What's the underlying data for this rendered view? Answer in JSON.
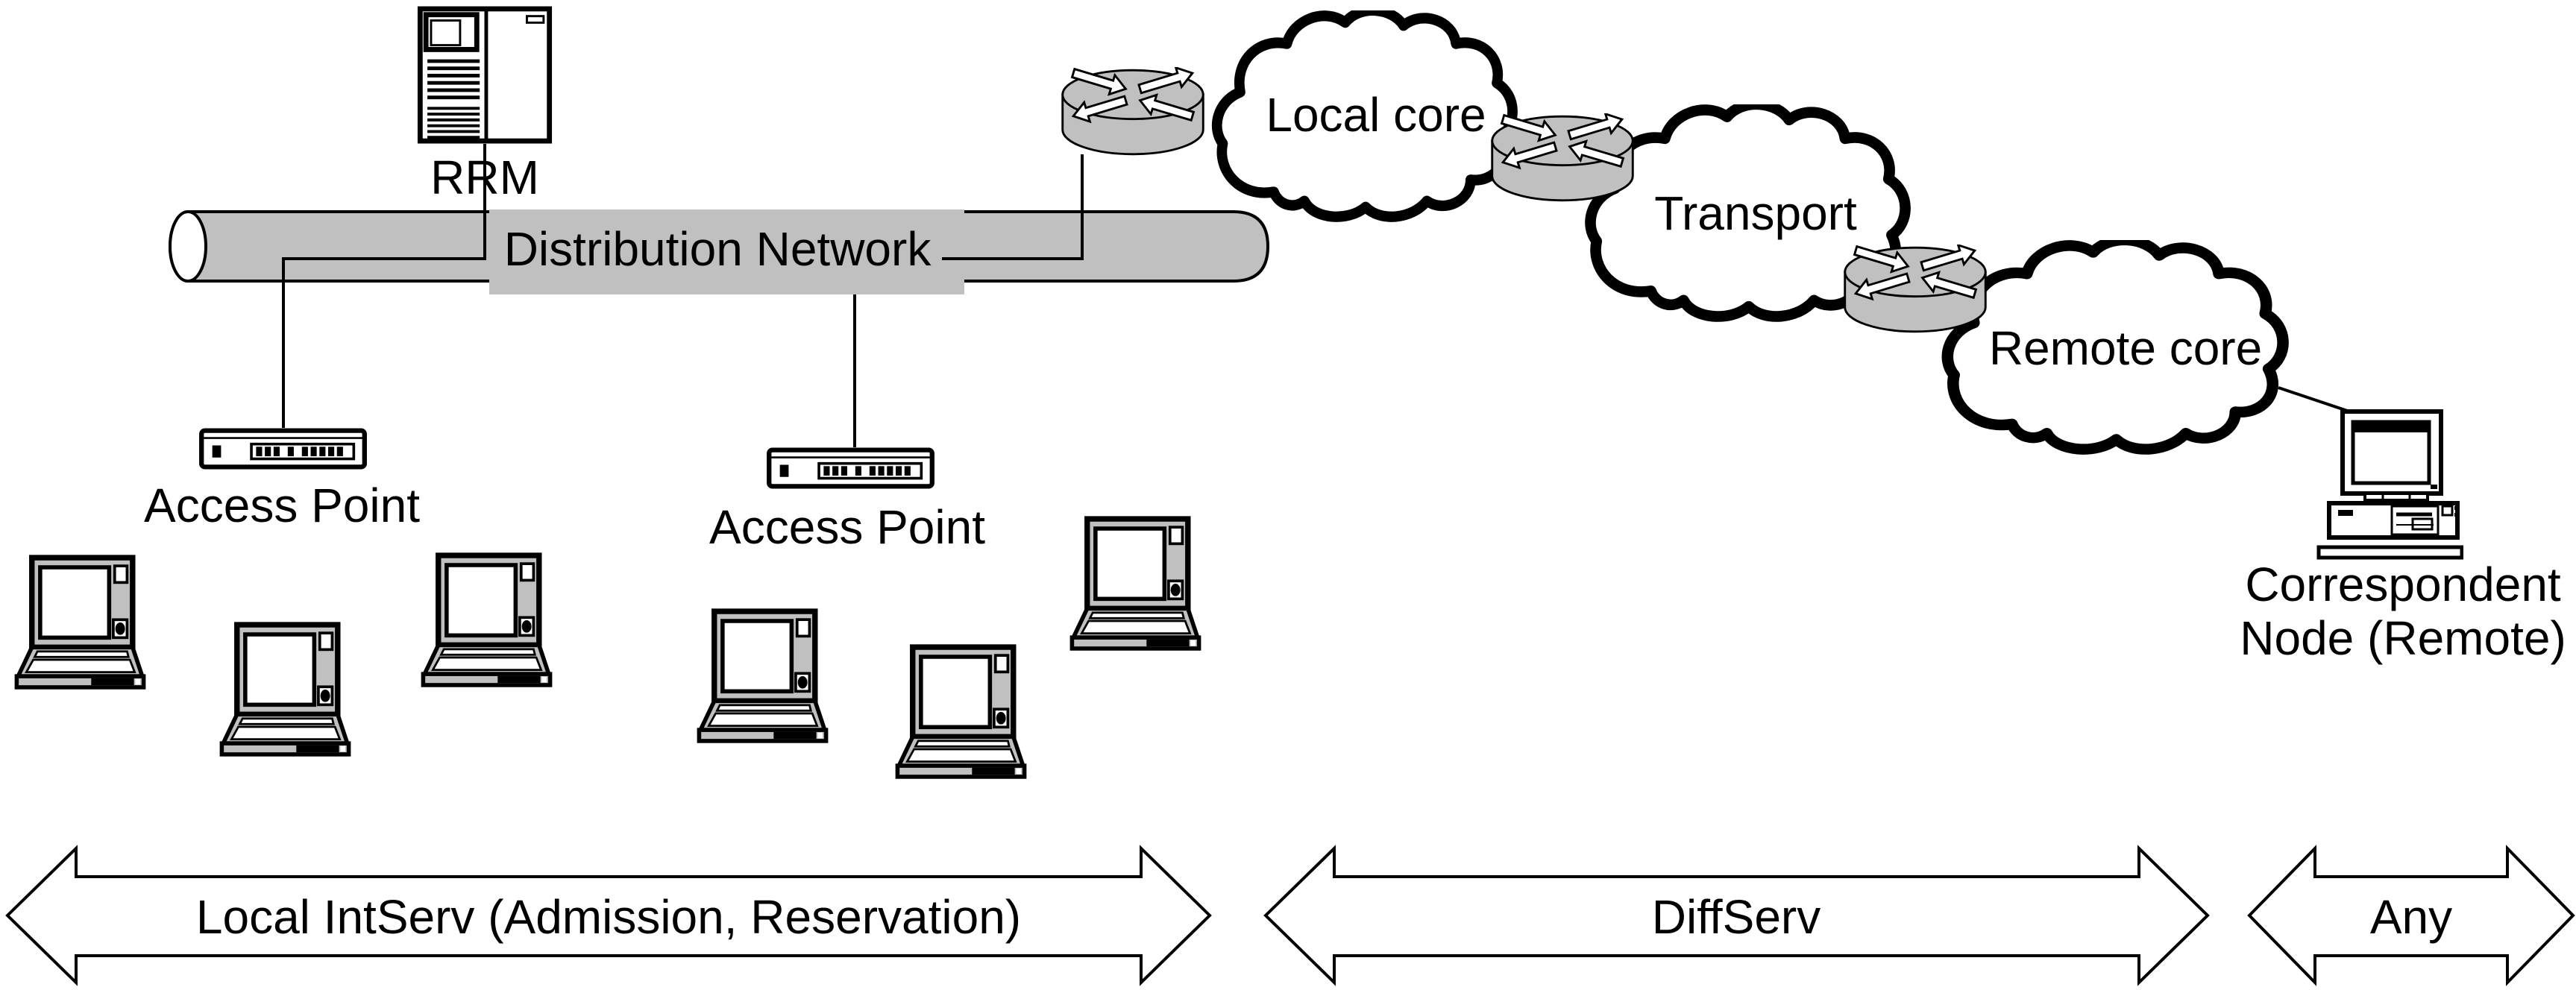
{
  "colors": {
    "device_gray": "#c0c0c0",
    "outline": "#000000",
    "canvas": "#ffffff"
  },
  "nodes": {
    "rrm": {
      "label": "RRM"
    },
    "distribution_network": {
      "label": "Distribution Network"
    },
    "access_point_left": {
      "label": "Access Point"
    },
    "access_point_right": {
      "label": "Access Point"
    },
    "cloud_local_core": {
      "label": "Local core"
    },
    "cloud_transport": {
      "label": "Transport"
    },
    "cloud_remote_core": {
      "label": "Remote core"
    },
    "correspondent_node": {
      "label_line1": "Correspondent",
      "label_line2": "Node (Remote)"
    }
  },
  "zones": {
    "intserv": {
      "label": "Local IntServ (Admission, Reservation)"
    },
    "diffserv": {
      "label": "DiffServ"
    },
    "any": {
      "label": "Any"
    }
  },
  "devices": {
    "laptop_count": 6,
    "router_count": 3,
    "access_point_count": 2
  },
  "icons": {
    "server-icon": "tower-server shape",
    "access-point-icon": "flat box with port row",
    "laptop-icon": "open laptop shape",
    "router-icon": "cylinder with four arrows",
    "cloud-icon": "bumpy network cloud outline",
    "desktop-computer-icon": "monitor on desktop case",
    "pipe-icon": "horizontal cylinder pipe"
  }
}
